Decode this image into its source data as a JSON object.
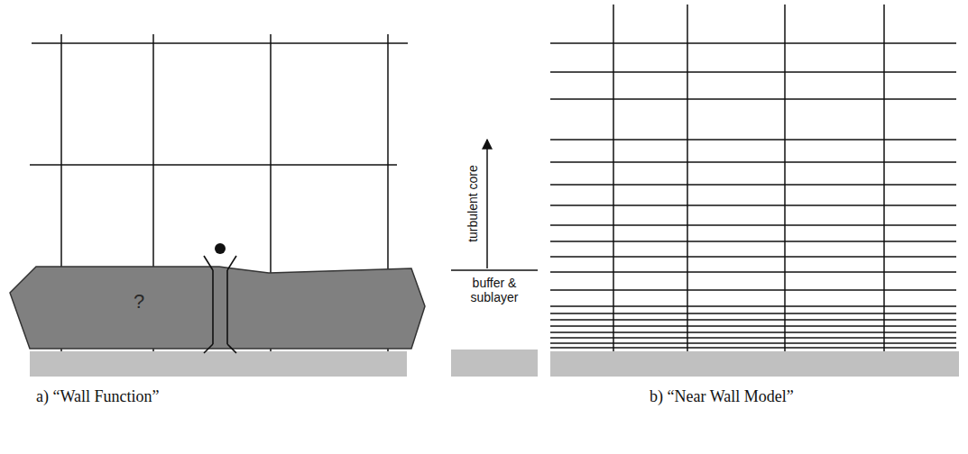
{
  "diagram": {
    "nodes": [
      {
        "text": [
          "?"
        ]
      }
    ],
    "labels": [
      "turbulent core",
      "buffer & sublayer",
      "a) “Wall Function”",
      "b) “Near Wall Model”"
    ]
  }
}
